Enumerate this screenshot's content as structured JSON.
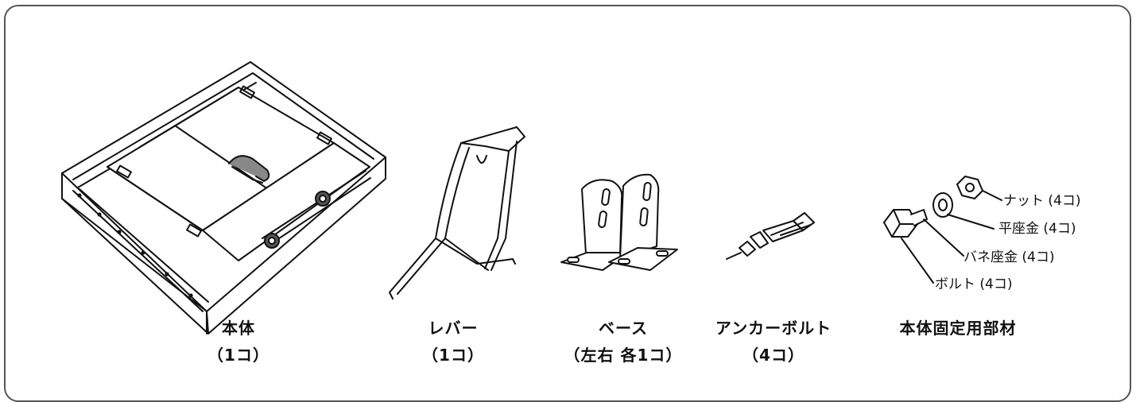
{
  "parts": [
    {
      "name": "本体",
      "qty": "（1コ）"
    },
    {
      "name": "レバー",
      "qty": "（1コ）"
    },
    {
      "name": "ベース",
      "qty": "（左右 各1コ）"
    },
    {
      "name": "アンカーボルト",
      "qty": "（4コ）"
    },
    {
      "name": "本体固定用部材",
      "qty": ""
    }
  ],
  "callouts": {
    "nut": "ナット (4コ)",
    "flat_washer": "平座金 (4コ)",
    "spring_washer": "バネ座金 (4コ)",
    "bolt": "ボルト (4コ)"
  }
}
